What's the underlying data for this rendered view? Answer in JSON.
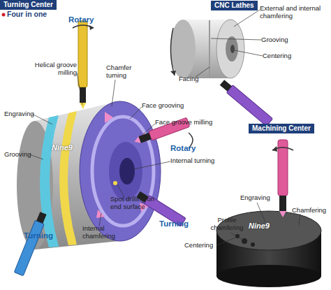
{
  "diagram": {
    "nodes": [
      {
        "text": [
          "Turning Center"
        ]
      },
      {
        "text": [
          "CNC Lathes"
        ]
      },
      {
        "text": [
          "Machining Center"
        ]
      }
    ],
    "labels": [
      "Four in one",
      "Rotary",
      "Helical groove milling",
      "Chamfer turning",
      "Engraving",
      "Face grooving",
      "Face groove milling",
      "Grooving",
      "Nine9",
      "Rotary",
      "Internal turning",
      "Spot drilling on end surface",
      "Internal chamfering",
      "Turning",
      "Turning",
      "External and internal chamfering",
      "Grooving",
      "Centering",
      "Facing",
      "Engraving",
      "Chamfering",
      "Profile chamfering",
      "Centering",
      "Nine9"
    ]
  }
}
